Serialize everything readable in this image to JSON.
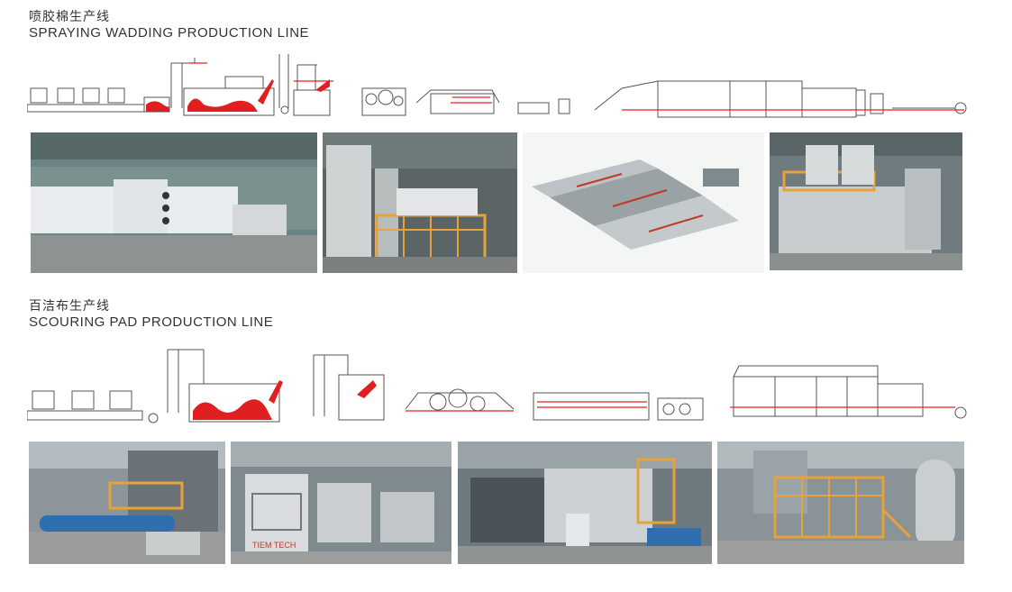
{
  "section1": {
    "title_cn": "喷胶棉生产线",
    "title_en": "SPRAYING WADDING PRODUCTION LINE"
  },
  "section2": {
    "title_cn": "百洁布生产线",
    "title_en": "SCOURING PAD PRODUCTION LINE"
  },
  "photo_labels": {
    "brand_text": "TIEM TECH"
  },
  "colors": {
    "accent_red": "#e02020",
    "line_gray": "#555555",
    "rail_orange": "#e8a23a",
    "wall_teal": "#6f8f8c"
  }
}
